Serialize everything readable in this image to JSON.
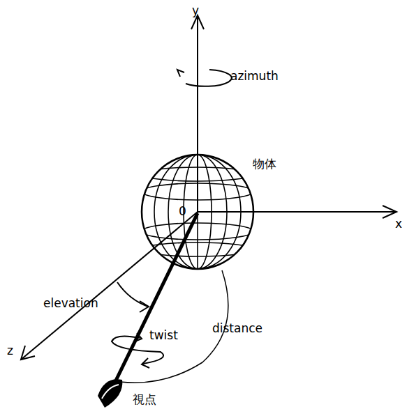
{
  "diagram": {
    "labels": [
      "y",
      "azimuth",
      "物体",
      "0",
      "x",
      "elevation",
      "z",
      "twist",
      "distance",
      "視点"
    ]
  }
}
